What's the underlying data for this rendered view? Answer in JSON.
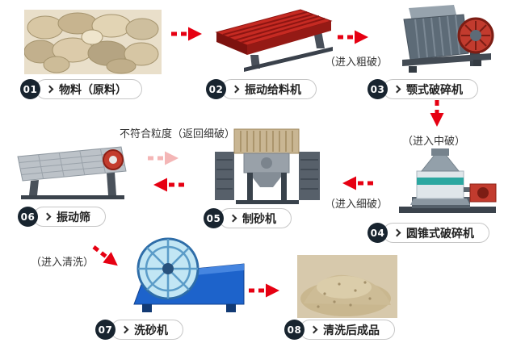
{
  "stations": [
    {
      "num": "01",
      "label": "物料（原料）"
    },
    {
      "num": "02",
      "label": "振动给料机"
    },
    {
      "num": "03",
      "label": "颚式破碎机"
    },
    {
      "num": "04",
      "label": "圆锥式破碎机"
    },
    {
      "num": "05",
      "label": "制砂机"
    },
    {
      "num": "06",
      "label": "振动筛"
    },
    {
      "num": "07",
      "label": "洗砂机"
    },
    {
      "num": "08",
      "label": "清洗后成品"
    }
  ],
  "annotations": {
    "to_coarse": "（进入粗破）",
    "to_medium": "（进入中破）",
    "to_fine": "（进入细破）",
    "return_fine": "不符合粒度（返回细破）",
    "to_wash": "（进入清洗）"
  },
  "colors": {
    "arrow": "#e60012",
    "arrow_faded": "#f4b6b6",
    "number_badge": "#18242f",
    "feeder_red": "#c62a22",
    "washer_blue": "#1d63cb"
  }
}
